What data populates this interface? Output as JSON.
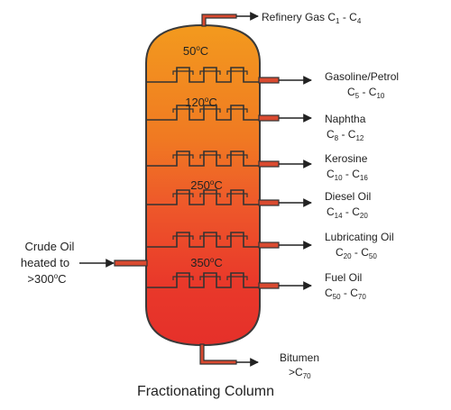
{
  "title": "Fractionating Column",
  "colors": {
    "top": "#f5a623",
    "middle": "#ef4c2b",
    "bottom": "#e8312a",
    "outline": "#3a3a3a",
    "pipe": "#d94a30",
    "tray": "#333333"
  },
  "temperatures": [
    "50",
    "120",
    "250",
    "350"
  ],
  "degree_unit": "C",
  "degree_symbol": "o",
  "feed": {
    "line1": "Crude Oil",
    "line2": "heated to",
    "line3_prefix": ">300",
    "line3_unit": "C"
  },
  "products": [
    {
      "name": "Refinery Gas C",
      "from": "1",
      "dash": " - C",
      "to": "4"
    },
    {
      "name": "Gasoline/Petrol",
      "from": "5",
      "dash": " - C",
      "to": "10"
    },
    {
      "name": "Naphtha",
      "from": "8",
      "dash": " - C",
      "to": "12"
    },
    {
      "name": "Kerosine",
      "from": "10",
      "dash": " - C",
      "to": "16"
    },
    {
      "name": "Diesel Oil",
      "from": "14",
      "dash": " - C",
      "to": "20"
    },
    {
      "name": "Lubricating Oil",
      "from": "20",
      "dash": " - C",
      "to": "50"
    },
    {
      "name": "Fuel Oil",
      "from": "50",
      "dash": " - C",
      "to": "70"
    }
  ],
  "residue": {
    "name": "Bitumen",
    "prefix": ">C",
    "sub": "70"
  },
  "range_prefix": "C"
}
